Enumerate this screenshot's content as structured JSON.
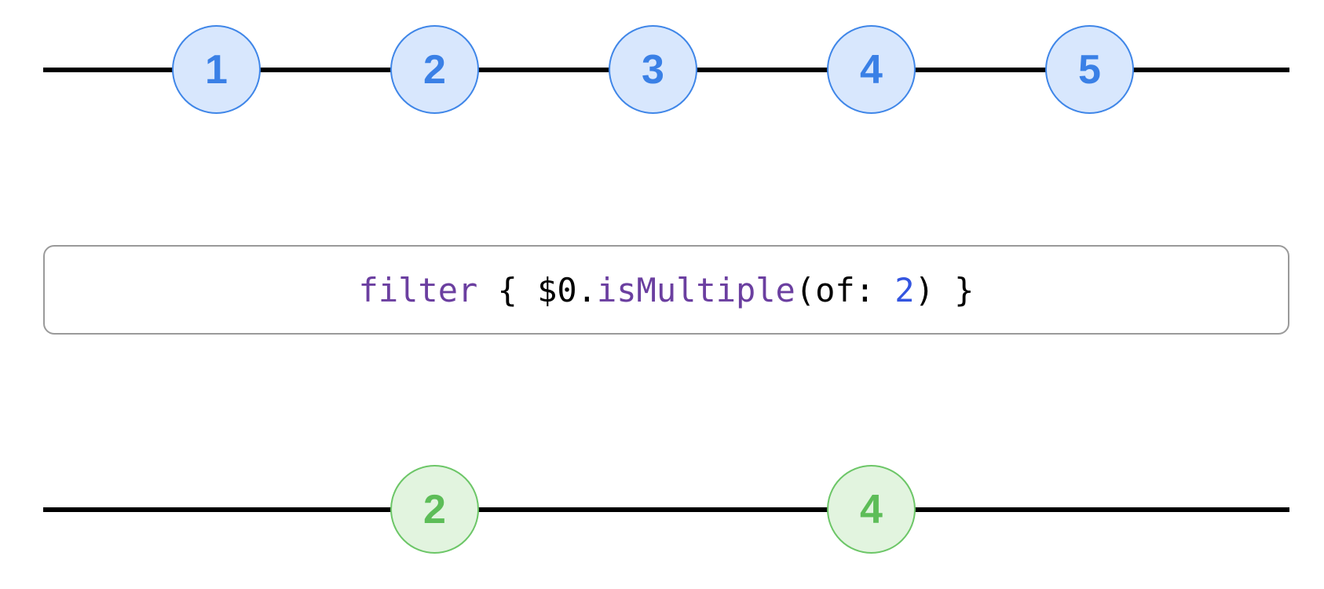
{
  "colors": {
    "input_fill": "#d8e7fd",
    "input_stroke": "#3f86e8",
    "input_text": "#3a80e6",
    "output_fill": "#e2f4df",
    "output_stroke": "#6cc667",
    "output_text": "#5dbd58",
    "keyword": "#6b3fa0",
    "number": "#3355e0",
    "plain": "#000000"
  },
  "input_marbles": [
    "1",
    "2",
    "3",
    "4",
    "5"
  ],
  "operator": {
    "tokens": [
      {
        "text": "filter",
        "kind": "keyword"
      },
      {
        "text": " { $0.",
        "kind": "plain"
      },
      {
        "text": "isMultiple",
        "kind": "keyword"
      },
      {
        "text": "(of: ",
        "kind": "plain"
      },
      {
        "text": "2",
        "kind": "number"
      },
      {
        "text": ") }",
        "kind": "plain"
      }
    ]
  },
  "output_marbles": [
    "2",
    "4"
  ]
}
